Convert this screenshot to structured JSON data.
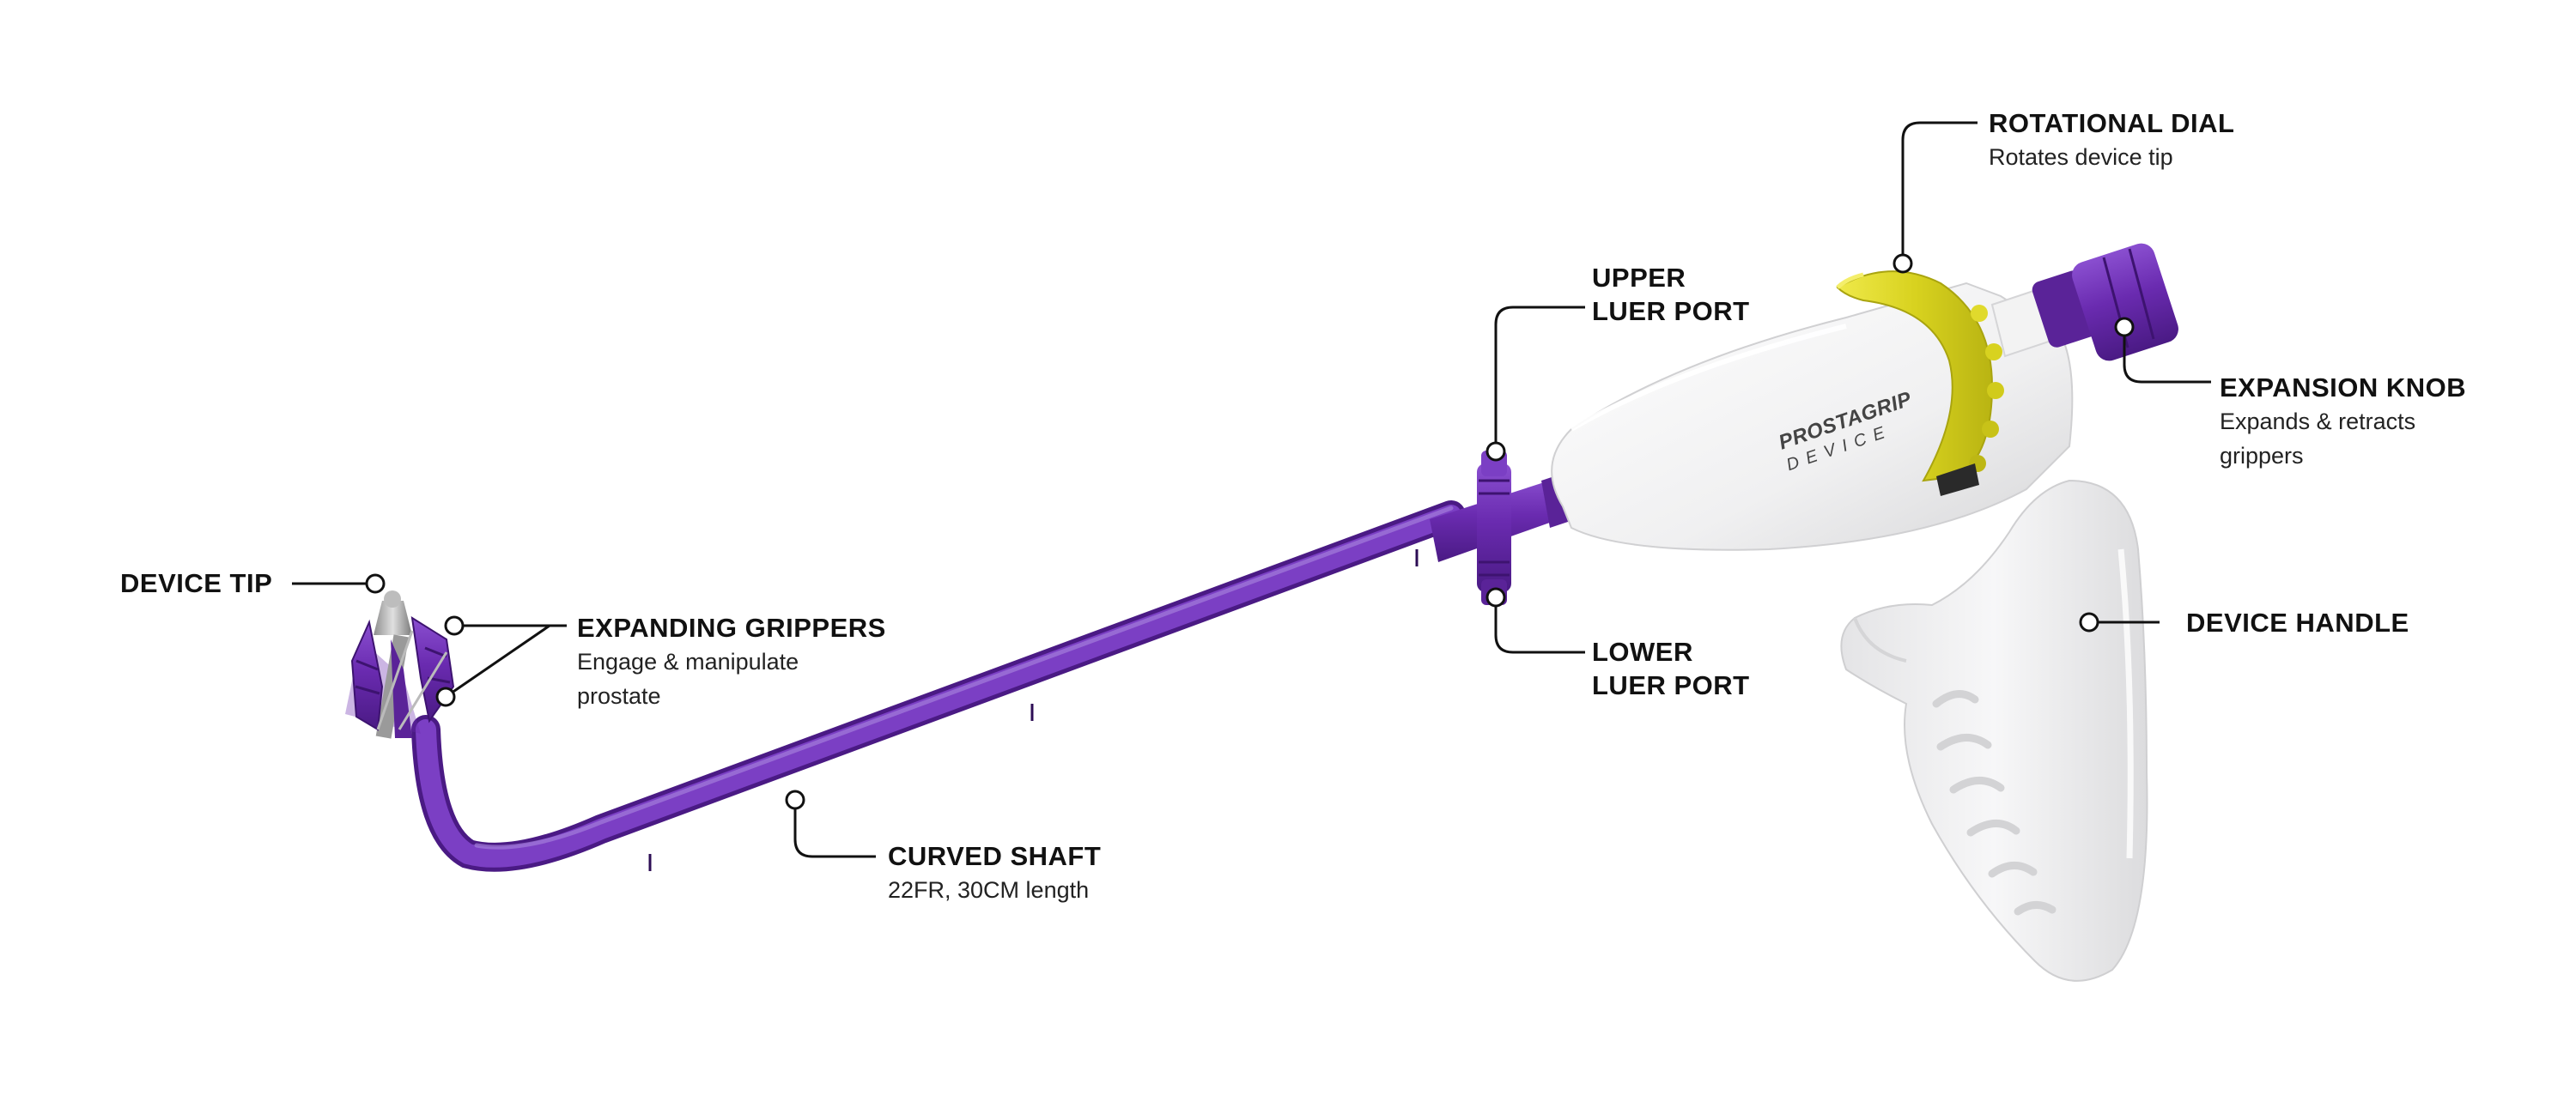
{
  "logo": {
    "brand": "PROSTAGRIP",
    "device": "DEVICE"
  },
  "callouts": {
    "rotational_dial": {
      "title": "ROTATIONAL DIAL",
      "desc": "Rotates device tip"
    },
    "upper_luer_port": {
      "line1": "UPPER",
      "line2": "LUER PORT"
    },
    "expansion_knob": {
      "title": "EXPANSION KNOB",
      "desc1": "Expands & retracts",
      "desc2": "grippers"
    },
    "device_tip": {
      "title": "DEVICE TIP"
    },
    "expanding_grippers": {
      "title": "EXPANDING GRIPPERS",
      "desc1": "Engage & manipulate",
      "desc2": "prostate"
    },
    "device_handle": {
      "title": "DEVICE HANDLE"
    },
    "lower_luer_port": {
      "line1": "LOWER",
      "line2": "LUER PORT"
    },
    "curved_shaft": {
      "title": "CURVED SHAFT",
      "desc": "22FR, 30CM length"
    }
  },
  "colors": {
    "shaft_purple": "#6a2bb0",
    "shaft_purple_dark": "#4f1d8a",
    "dial_yellow": "#dbd624",
    "handle_white": "#f1f1f2",
    "handle_shadow": "#d9d9db",
    "leader_line": "#111111"
  }
}
